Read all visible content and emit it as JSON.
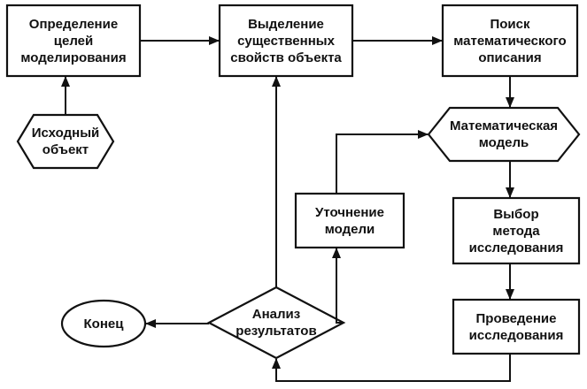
{
  "flowchart": {
    "nodes": {
      "goals": "Определение\nцелей\nмоделирования",
      "properties": "Выделение\nсущественных\nсвойств объекта",
      "search": "Поиск\nматематического\nописания",
      "source_object": "Исходный\nобъект",
      "math_model": "Математическая\nмодель",
      "refinement": "Уточнение\nмодели",
      "method": "Выбор\nметода\nисследования",
      "analysis": "Анализ\nрезультатов",
      "research": "Проведение\nисследования",
      "end": "Конец"
    }
  }
}
